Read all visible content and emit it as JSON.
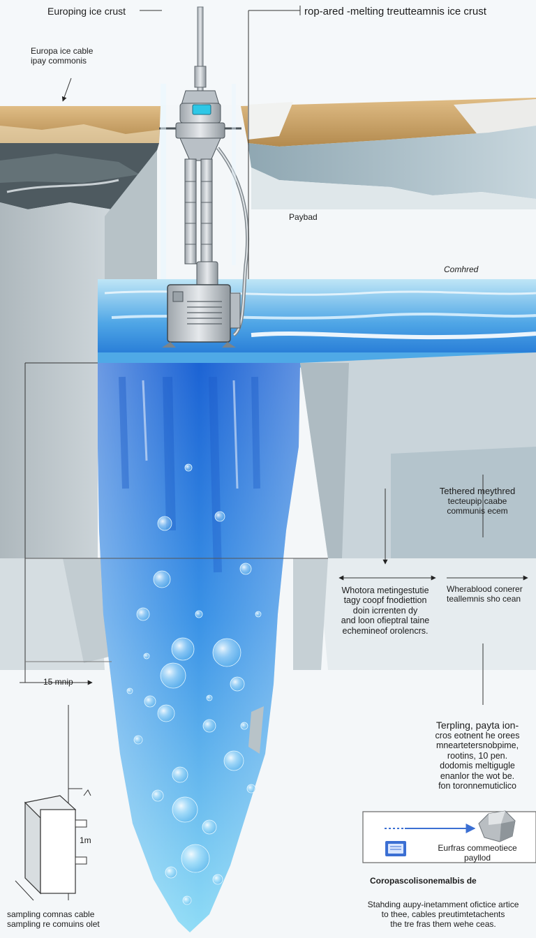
{
  "title_left": "Europing ice crust",
  "title_right": "rop-ared -melting treutteamnis  ice crust",
  "label_cable": [
    "Europa ice cable",
    "ipay commonis"
  ],
  "label_payload_mid": "Paybad",
  "label_combined": "Comhred",
  "label_tethered": [
    "Tethered meythred",
    "tecteupip caabe",
    "communis ecem"
  ],
  "label_melting": [
    "Whotora metingestutie",
    "tagy coopf fnodiettion",
    "doin icrrenten dy",
    "and loon ofieptral taine",
    "echemineof orolencrs."
  ],
  "label_whereblood": [
    "Wherablood conerer",
    "teallemnis sho cean"
  ],
  "label_depth": "15 mnip",
  "label_sampling_right": [
    "Terpling, payta ion-",
    "cros eotnent he orees",
    "mneartetersnobpime,",
    "rootins, 10 pen.",
    "dodomis meltigugle",
    "enanlor the wot be.",
    "fon toronnemuticlico"
  ],
  "label_lm": "1m",
  "label_box_caption": [
    "Eurfras commeotiece",
    "payllod"
  ],
  "label_bottom_title": "Coropascolisonemalbis de",
  "label_bottom_desc": [
    "Stahding aupy-inetamment ofictice artice",
    "to thee, cables preutimtetachents",
    "the tre fras them wehe ceas."
  ],
  "label_sampling_left": [
    "sampling  comnas cable",
    "sampling re comuins olet"
  ],
  "colors": {
    "water_deep": "#1e6fd6",
    "water_light": "#7fd0f2",
    "ice_face": "#c9d4da",
    "ice_dark": "#5b6a70",
    "crust_top": "#d7b278",
    "probe_body": "#c8cdd2",
    "probe_screen": "#2ec7e6",
    "arrow_blue": "#3b6fd3"
  },
  "icons": [
    "melt-probe",
    "ice-chunk-icon",
    "payload-card-icon",
    "sampling-box"
  ]
}
